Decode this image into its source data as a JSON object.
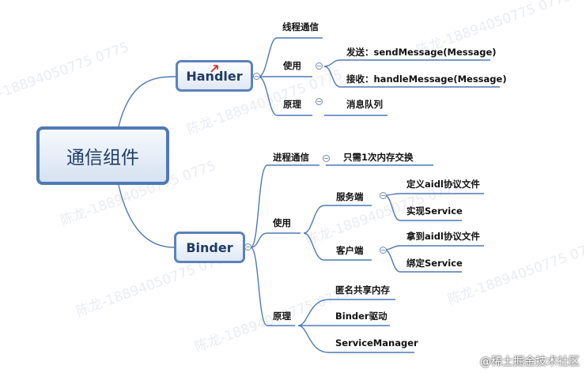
{
  "root": "通信组件",
  "handler": {
    "label": "Handler",
    "thread": "线程通信",
    "use": "使用",
    "send": "发送：sendMessage(Message)",
    "receive": "接收：handleMessage(Message)",
    "principle": "原理",
    "queue": "消息队列"
  },
  "binder": {
    "label": "Binder",
    "ipc": "进程通信",
    "once": "只需1次内存交换",
    "use": "使用",
    "server": "服务端",
    "define_aidl": "定义aidl协议文件",
    "impl_service": "实现Service",
    "client": "客户端",
    "get_aidl": "拿到aidl协议文件",
    "bind_service": "绑定Service",
    "principle": "原理",
    "shm": "匿名共享内存",
    "driver": "Binder驱动",
    "sm": "ServiceManager"
  },
  "watermark": "陈龙-18894050775 0775",
  "footer": "@稀土掘金技术社区",
  "colors": {
    "line": "#4f79b5",
    "node_border": "#5b82bd",
    "root_border": "#4f79b5"
  }
}
